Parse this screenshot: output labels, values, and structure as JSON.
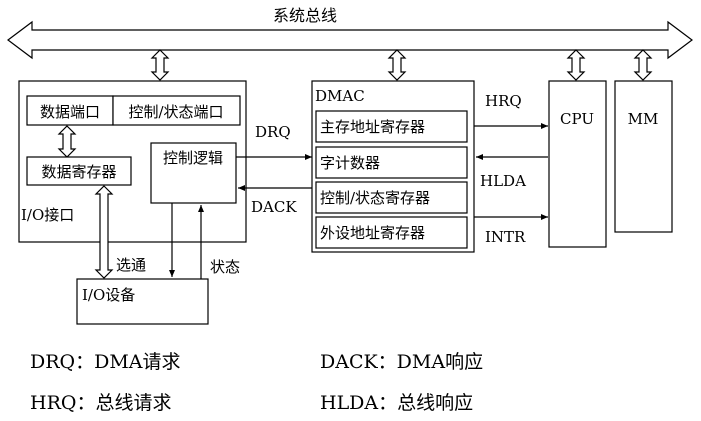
{
  "bus": {
    "label": "系统总线"
  },
  "io_interface": {
    "label": "I/O接口",
    "data_port": "数据端口",
    "ctrl_status_port": "控制/状态端口",
    "data_register": "数据寄存器",
    "control_logic": "控制逻辑"
  },
  "io_device": {
    "label": "I/O设备",
    "select_label": "选通",
    "status_label": "状态"
  },
  "signals": {
    "drq": "DRQ",
    "dack": "DACK",
    "hrq": "HRQ",
    "hlda": "HLDA",
    "intr": "INTR"
  },
  "dmac": {
    "label": "DMAC",
    "registers": [
      "主存地址寄存器",
      "字计数器",
      "控制/状态寄存器",
      "外设地址寄存器"
    ]
  },
  "cpu": {
    "label": "CPU"
  },
  "mm": {
    "label": "MM"
  },
  "legend": [
    "DRQ：DMA请求",
    "DACK：DMA响应",
    "HRQ：总线请求",
    "HLDA：总线响应"
  ]
}
